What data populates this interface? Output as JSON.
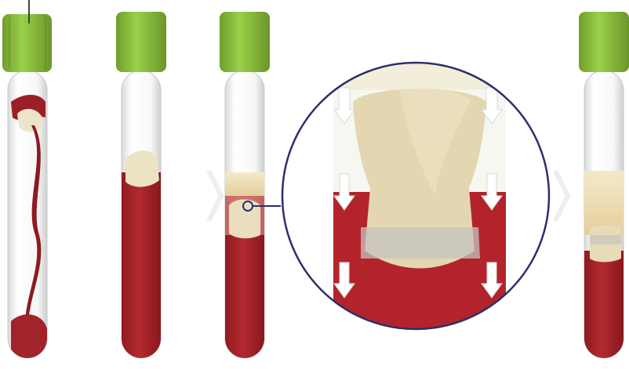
{
  "diagram": {
    "title": "",
    "panels": [
      {
        "id": "tube-1",
        "state": "drawing-blood-with-separator",
        "label": ""
      },
      {
        "id": "tube-2",
        "state": "gel-separator-on-blood",
        "label": ""
      },
      {
        "id": "tube-3",
        "state": "separator-moving-into-plasma",
        "label": ""
      },
      {
        "id": "magnified-inset",
        "state": "zoom-of-separator-with-arrows",
        "label": ""
      },
      {
        "id": "tube-4",
        "state": "separated-plasma-above-gel",
        "label": ""
      }
    ],
    "colors": {
      "cap": "#8cc63f",
      "cap_dark": "#6f9e2c",
      "blood": "#a8232a",
      "blood_dark": "#7d151b",
      "plasma": "#eddcb0",
      "separator": "#ddd3ae",
      "separator_shadow": "#c2c0bb",
      "glass": "#f3f3f3",
      "inset_ring": "#2b2f6b",
      "arrow": "#ffffff"
    },
    "icons": [
      "down-arrow-icon",
      "chevron-right-icon",
      "callout-pointer-icon"
    ]
  }
}
